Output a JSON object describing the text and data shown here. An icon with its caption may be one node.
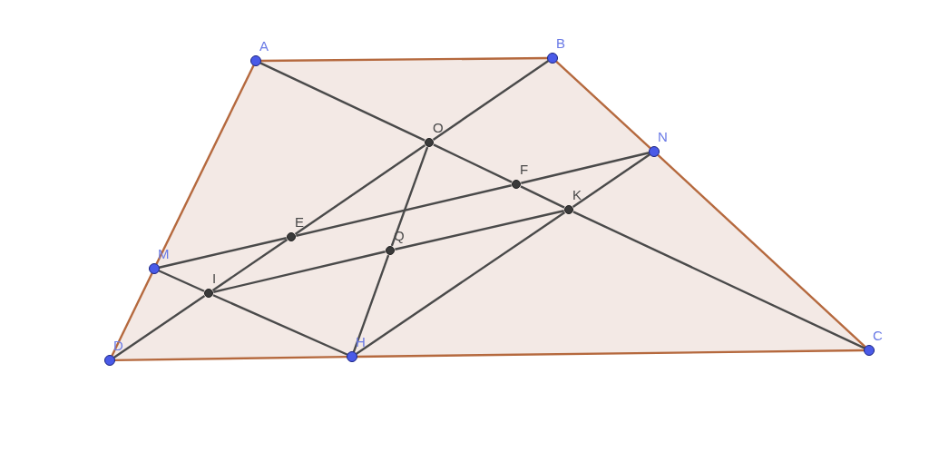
{
  "diagram": {
    "nodes": [
      {
        "text": [
          "A"
        ]
      },
      {
        "text": [
          "B"
        ]
      },
      {
        "text": [
          "N"
        ]
      },
      {
        "text": [
          "C"
        ]
      },
      {
        "text": [
          "H"
        ]
      },
      {
        "text": [
          "D"
        ]
      },
      {
        "text": [
          "M"
        ]
      },
      {
        "text": [
          "O"
        ]
      },
      {
        "text": [
          "F"
        ]
      },
      {
        "text": [
          "K"
        ]
      },
      {
        "text": [
          "E"
        ]
      },
      {
        "text": [
          "Q"
        ]
      },
      {
        "text": [
          "I"
        ]
      }
    ],
    "edges": [
      {
        "from": 0,
        "to": 1,
        "arrow": "none",
        "color": "#b5693e"
      },
      {
        "from": 1,
        "to": 2,
        "arrow": "none",
        "color": "#b5693e"
      },
      {
        "from": 2,
        "to": 3,
        "arrow": "none",
        "color": "#b5693e"
      },
      {
        "from": 3,
        "to": 4,
        "arrow": "none",
        "color": "#b5693e"
      },
      {
        "from": 4,
        "to": 5,
        "arrow": "none",
        "color": "#b5693e"
      },
      {
        "from": 5,
        "to": 6,
        "arrow": "none",
        "color": "#b5693e"
      },
      {
        "from": 6,
        "to": 0,
        "arrow": "none",
        "color": "#b5693e"
      },
      {
        "from": 0,
        "to": 7,
        "arrow": "none"
      },
      {
        "from": 7,
        "to": 8,
        "arrow": "none"
      },
      {
        "from": 8,
        "to": 9,
        "arrow": "none"
      },
      {
        "from": 9,
        "to": 3,
        "arrow": "none"
      },
      {
        "from": 1,
        "to": 7,
        "arrow": "none"
      },
      {
        "from": 7,
        "to": 10,
        "arrow": "none"
      },
      {
        "from": 10,
        "to": 12,
        "arrow": "none"
      },
      {
        "from": 12,
        "to": 5,
        "arrow": "none"
      },
      {
        "from": 6,
        "to": 10,
        "arrow": "none"
      },
      {
        "from": 10,
        "to": 8,
        "arrow": "none"
      },
      {
        "from": 8,
        "to": 2,
        "arrow": "none"
      },
      {
        "from": 12,
        "to": 11,
        "arrow": "none"
      },
      {
        "from": 11,
        "to": 9,
        "arrow": "none"
      },
      {
        "from": 6,
        "to": 12,
        "arrow": "none"
      },
      {
        "from": 12,
        "to": 4,
        "arrow": "none"
      },
      {
        "from": 7,
        "to": 11,
        "arrow": "none"
      },
      {
        "from": 11,
        "to": 4,
        "arrow": "none"
      },
      {
        "from": 4,
        "to": 9,
        "arrow": "none"
      },
      {
        "from": 9,
        "to": 2,
        "arrow": "none"
      }
    ]
  }
}
